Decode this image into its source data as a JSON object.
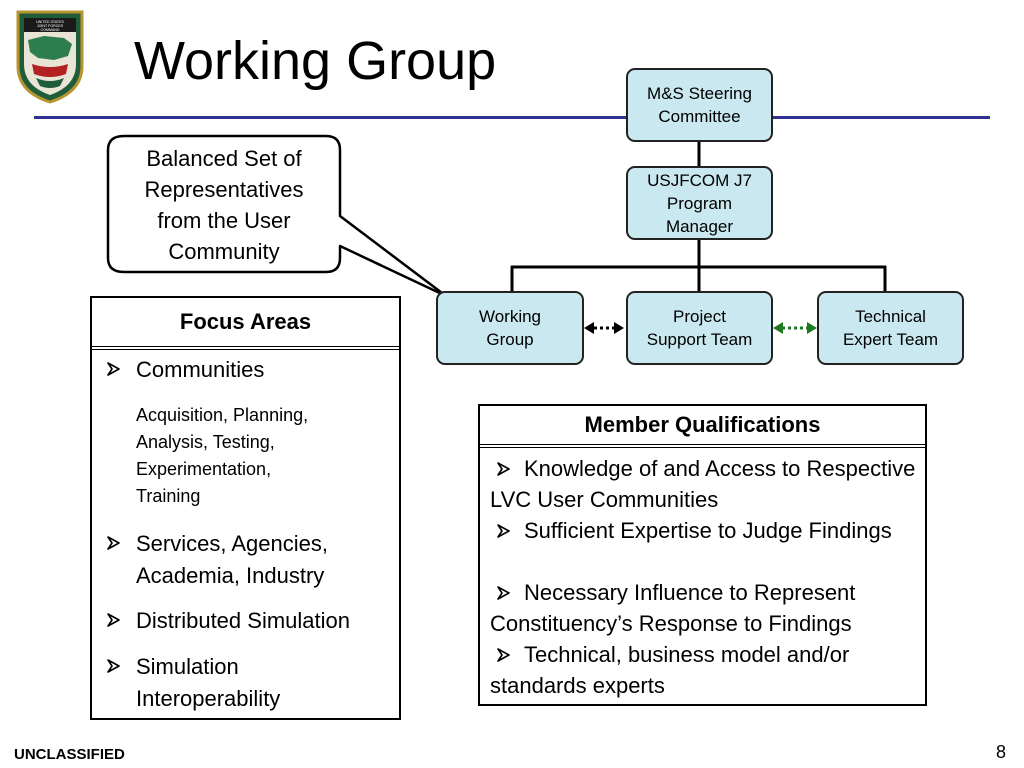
{
  "header": {
    "title": "Working Group",
    "logo_text": "UNITED STATES JOINT FORCES COMMAND"
  },
  "org_chart": {
    "steering": "M&S Steering\nCommittee",
    "program_manager": "USJFCOM J7\nProgram\nManager",
    "working_group": "Working\nGroup",
    "project_support": "Project\nSupport Team",
    "technical_expert": "Technical\nExpert Team"
  },
  "callout": {
    "text": "Balanced Set of\nRepresentatives\nfrom the User\nCommunity"
  },
  "focus_areas": {
    "heading": "Focus Areas",
    "items": [
      "Communities",
      "Services, Agencies,\nAcademia, Industry",
      "Distributed Simulation",
      "Simulation\nInteroperability"
    ],
    "communities_sub": "Acquisition, Planning,\nAnalysis, Testing,\nExperimentation,\nTraining"
  },
  "member_qualifications": {
    "heading": "Member Qualifications",
    "items": [
      "Knowledge of and Access to Respective LVC User Communities",
      "Sufficient Expertise to Judge Findings",
      "Necessary Influence to Represent Constituency’s Response to Findings",
      "Technical, business model and/or standards experts"
    ]
  },
  "footer": {
    "classification": "UNCLASSIFIED",
    "page_number": "8"
  },
  "colors": {
    "box_fill": "#c9e8ef",
    "title_rule": "#2e3192",
    "arrow_left": "#000000",
    "arrow_right": "#1e7a1e"
  },
  "icons": {
    "bullet": "arrowhead-bullet-icon",
    "logo": "usjfcom-shield-logo"
  }
}
